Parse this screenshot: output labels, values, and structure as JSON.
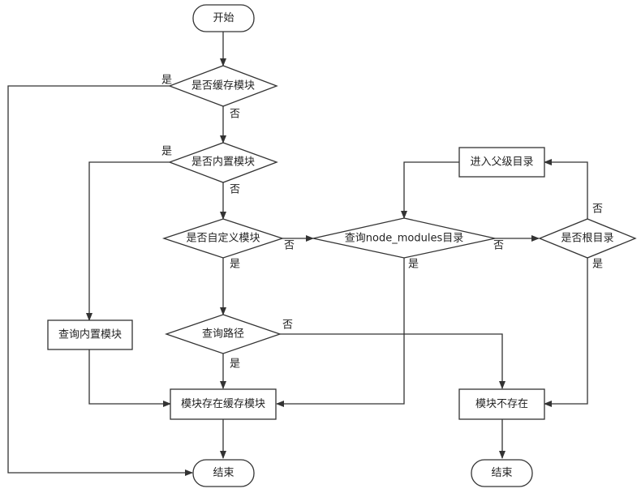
{
  "nodes": {
    "start": "开始",
    "is_cached": "是否缓存模块",
    "is_builtin": "是否内置模块",
    "is_custom": "是否自定义模块",
    "query_node_modules": "查询node_modules目录",
    "is_root": "是否根目录",
    "enter_parent": "进入父级目录",
    "query_builtin": "查询内置模块",
    "query_path": "查询路径",
    "module_cached": "模块存在缓存模块",
    "module_missing": "模块不存在",
    "end_left": "结束",
    "end_right": "结束"
  },
  "labels": {
    "cached_yes": "是",
    "cached_no": "否",
    "builtin_yes": "是",
    "builtin_no": "否",
    "custom_yes": "是",
    "custom_no": "否",
    "nm_yes": "是",
    "nm_no": "否",
    "root_yes": "是",
    "root_no": "否",
    "path_yes": "是",
    "path_no": "否"
  }
}
